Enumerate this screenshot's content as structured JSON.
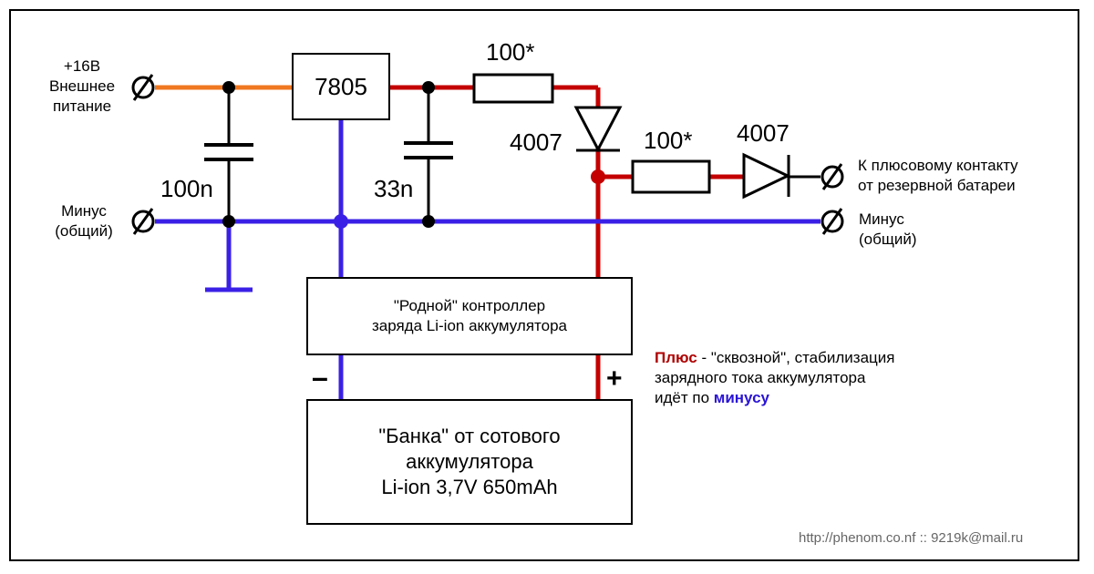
{
  "colors": {
    "input_wire": "#f07820",
    "plus_wire": "#c40000",
    "minus_wire": "#3a20e6",
    "plus_note": "#b00000",
    "minus_note": "#2a14d6",
    "credit": "#666666"
  },
  "labels": {
    "input_voltage": "+16В",
    "input_line1": "Внешнее",
    "input_line2": "питание",
    "minus_left_line1": "Минус",
    "minus_left_line2": "(общий)",
    "minus_right_line1": "Минус",
    "minus_right_line2": "(общий)",
    "output_line1": "К плюсовому контакту",
    "output_line2": "от резервной батареи"
  },
  "components": {
    "regulator": "7805",
    "cap_input": "100n",
    "cap_output": "33n",
    "resistor_top": "100*",
    "resistor_mid": "100*",
    "diode_vertical": "4007",
    "diode_output": "4007"
  },
  "controller": {
    "line1": "\"Родной\" контроллер",
    "line2": "заряда Li-ion аккумулятора",
    "minus_sign": "–",
    "plus_sign": "+"
  },
  "battery": {
    "line1": "\"Банка\" от сотового",
    "line2": "аккумулятора",
    "line3": "Li-ion 3,7V 650mAh"
  },
  "note": {
    "plus_word": "Плюс",
    "line1_rest": " - \"сквозной\", стабилизация",
    "line2": "зарядного тока аккумулятора",
    "line3_start": "идёт по ",
    "minus_word": "минусу"
  },
  "credit": "http://phenom.co.nf :: 9219k@mail.ru"
}
